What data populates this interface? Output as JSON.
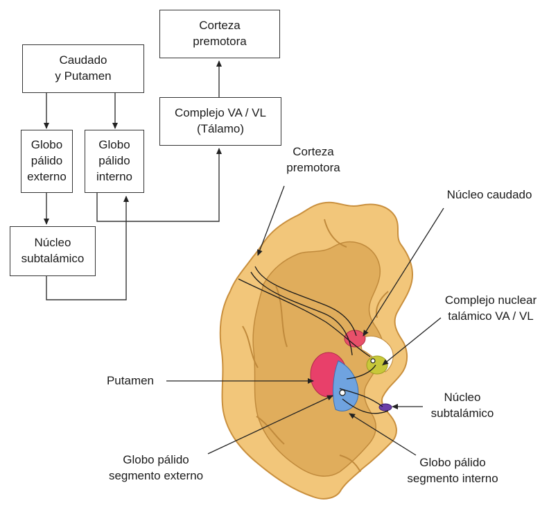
{
  "flowchart": {
    "caudado_putamen": "Caudado\ny Putamen",
    "corteza_premotora": "Corteza\npremotora",
    "complejo_va_vl": "Complejo VA / VL\n(Tálamo)",
    "globo_externo": "Globo\npálido\nexterno",
    "globo_interno": "Globo\npálido\ninterno",
    "nucleo_subtalamico": "Núcleo\nsubtalámico"
  },
  "anatomy_labels": {
    "corteza_premotora": "Corteza\npremotora",
    "nucleo_caudado": "Núcleo caudado",
    "complejo_nuclear": "Complejo nuclear\ntalámico VA / VL",
    "putamen": "Putamen",
    "nucleo_subtalamico": "Núcleo\nsubtalámico",
    "globo_externo": "Globo pálido\nsegmento externo",
    "globo_interno": "Globo pálido\nsegmento interno"
  },
  "colors": {
    "brain_outer": "#f0c070",
    "brain_inner": "#d29a45",
    "caudate": "#e8506a",
    "putamen": "#e8406a",
    "globus_pallidus": "#6fa3e0",
    "thalamus": "#c8c83a",
    "subthalamic": "#6b3fa8"
  }
}
